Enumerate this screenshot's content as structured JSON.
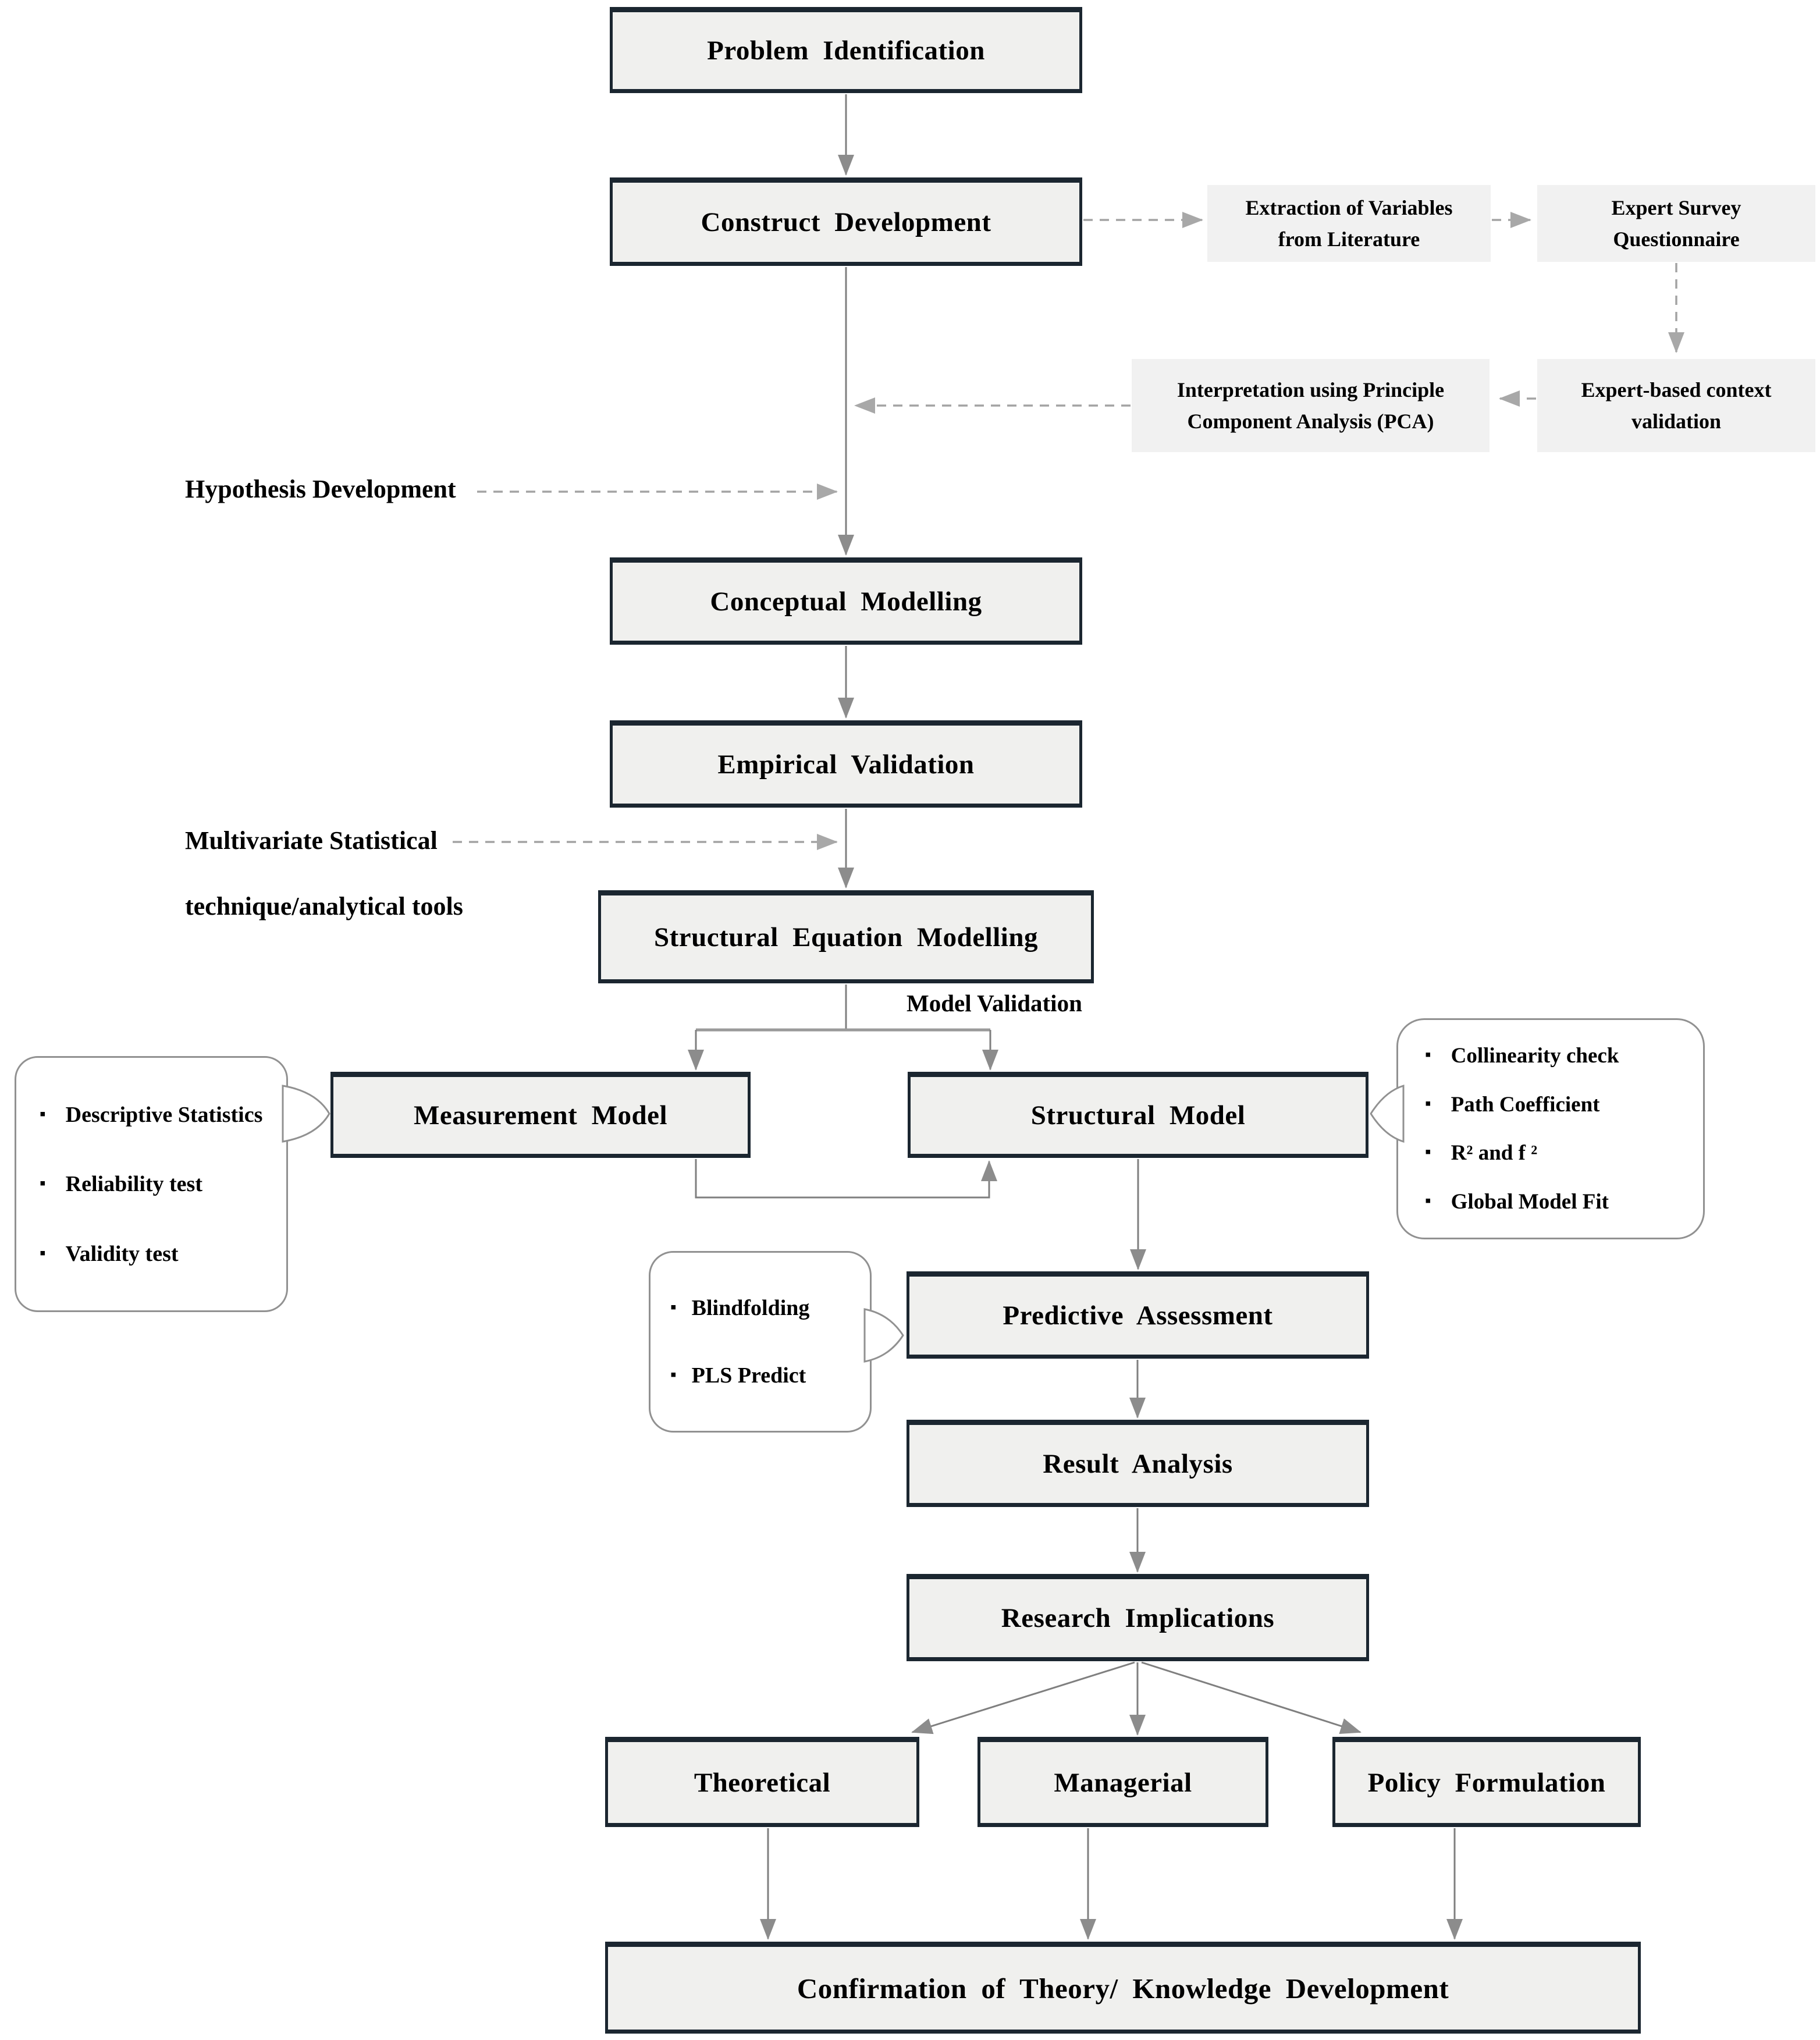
{
  "colors": {
    "box_fill": "#f0f0ee",
    "box_border": "#1b2630",
    "side_box_fill": "#f1f1f1",
    "solid_connector": "#7f7f7f",
    "dashed_connector": "#a3a3a3",
    "callout_border": "#919191",
    "text": "#000000"
  },
  "boxes": {
    "problem_identification": "Problem Identification",
    "construct_development": "Construct Development",
    "conceptual_modelling": "Conceptual Modelling",
    "empirical_validation": "Empirical Validation",
    "structural_equation_modelling": "Structural Equation Modelling",
    "measurement_model": "Measurement Model",
    "structural_model": "Structural Model",
    "predictive_assessment": "Predictive Assessment",
    "result_analysis": "Result Analysis",
    "research_implications": "Research Implications",
    "theoretical": "Theoretical",
    "managerial": "Managerial",
    "policy_formulation": "Policy Formulation",
    "confirmation": "Confirmation of Theory/ Knowledge Development"
  },
  "side_boxes": {
    "extraction_of_variables": "Extraction of Variables from Literature",
    "expert_survey_questionnaire": "Expert Survey Questionnaire",
    "interpretation_pca": "Interpretation using Principle Component Analysis (PCA)",
    "expert_based_context_validation": "Expert-based context validation"
  },
  "labels": {
    "hypothesis_development": "Hypothesis Development",
    "multivariate_line1": "Multivariate Statistical",
    "multivariate_line2": "technique/analytical tools",
    "model_validation": "Model Validation"
  },
  "callouts": {
    "measurement_model_tests": {
      "items": [
        "Descriptive Statistics",
        "Reliability test",
        "Validity test"
      ]
    },
    "structural_model_checks": {
      "items": [
        "Collinearity check",
        "Path Coefficient",
        "R² and f ²",
        "Global Model Fit"
      ]
    },
    "predictive_assessment_methods": {
      "items": [
        "Blindfolding",
        "PLS Predict"
      ]
    }
  }
}
